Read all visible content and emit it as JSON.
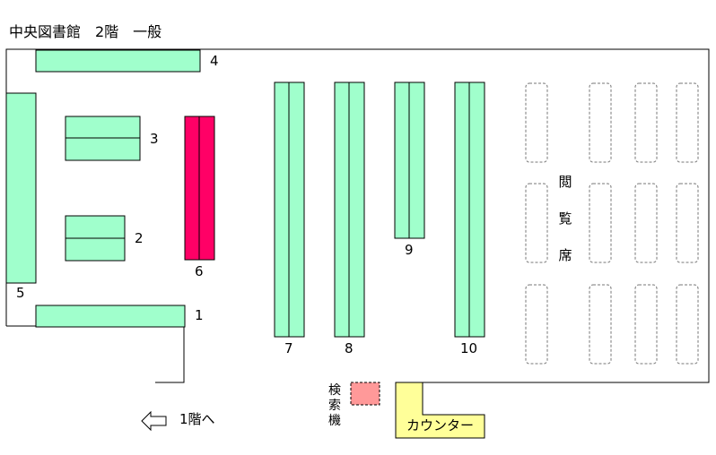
{
  "title": "中央図書館　2階　一般",
  "colors": {
    "shelf": "#a0ffcc",
    "highlight_shelf": "#ff0066",
    "search_terminal": "#ff9999",
    "counter": "#ffff99",
    "line": "#000000",
    "seat_border": "#777777"
  },
  "shelves": [
    {
      "number": "1",
      "highlighted": false
    },
    {
      "number": "2",
      "highlighted": false
    },
    {
      "number": "3",
      "highlighted": false
    },
    {
      "number": "4",
      "highlighted": false
    },
    {
      "number": "5",
      "highlighted": false
    },
    {
      "number": "6",
      "highlighted": true
    },
    {
      "number": "7",
      "highlighted": false
    },
    {
      "number": "8",
      "highlighted": false
    },
    {
      "number": "9",
      "highlighted": false
    },
    {
      "number": "10",
      "highlighted": false
    }
  ],
  "reading_area_label": [
    "閲",
    "覧",
    "席"
  ],
  "search_terminal_label": [
    "検",
    "索",
    "機"
  ],
  "counter_label": "カウンター",
  "stairs_label": "1階へ",
  "stairs_icon": "left-arrow-icon"
}
